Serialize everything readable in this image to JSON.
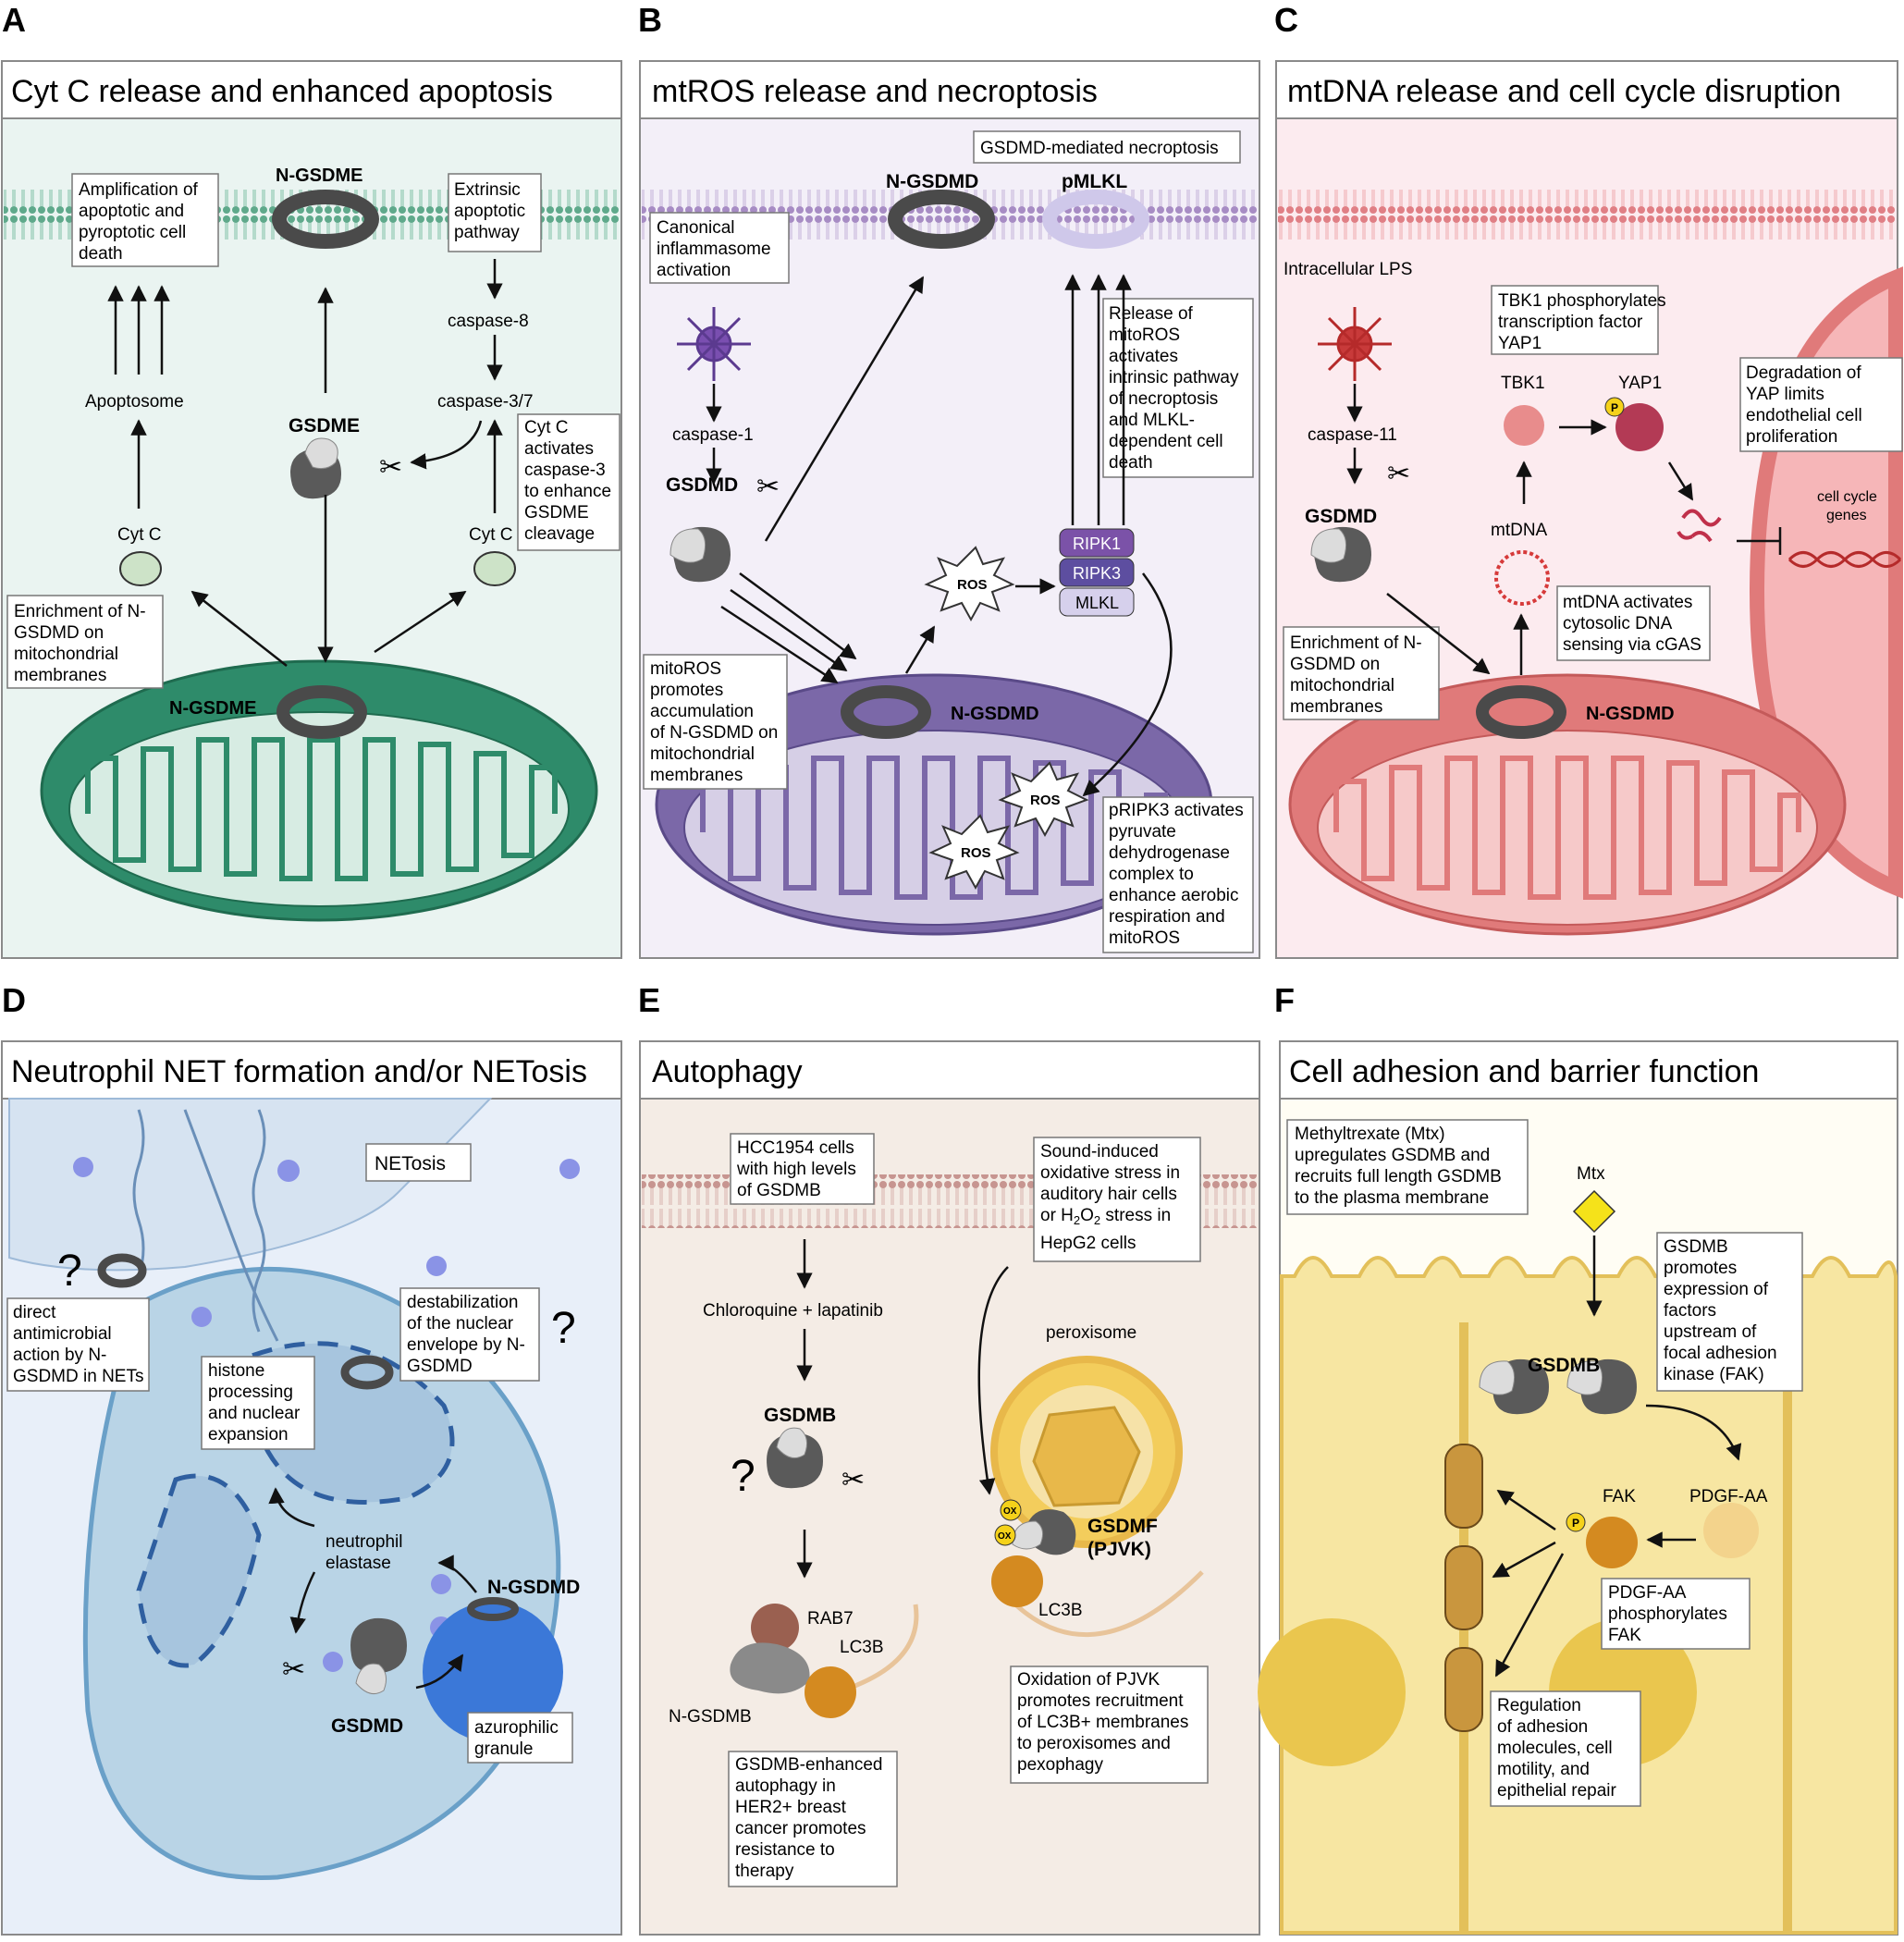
{
  "colors": {
    "A_bg": "#eaf4f1",
    "A_mito": "#2e8b6a",
    "A_mito_inner": "#d7ece3",
    "B_bg": "#f3eff8",
    "B_mito": "#7b68a8",
    "B_mito_inner": "#d6cfe6",
    "C_bg": "#fcebef",
    "C_mito": "#e07a7a",
    "C_mito_inner": "#f6c9c9",
    "D_bg": "#e8eff9",
    "D_cell": "#b9d4e6",
    "D_granule": "#3b78d8",
    "E_bg": "#f4ece5",
    "F_bg": "#f7e6a2",
    "F_cell": "#f1d36e",
    "pore": "#4d4d4d",
    "box_border": "#777777"
  },
  "panels": {
    "A": {
      "letter": "A",
      "title": "Cyt C release and enhanced apoptosis",
      "labels": {
        "n_gsdme_top": "N-GSDME",
        "amplification": [
          "Amplification of",
          "apoptotic and",
          "pyroptotic cell",
          "death"
        ],
        "extrinsic": [
          "Extrinsic",
          "apoptotic",
          "pathway"
        ],
        "caspase8": "caspase-8",
        "caspase37": "caspase-3/7",
        "apoptosome": "Apoptosome",
        "gsdme": "GSDME",
        "cytc_left": "Cyt C",
        "cytc_right": "Cyt C",
        "cytc_box": [
          "Cyt C",
          "activates",
          "caspase-3",
          "to enhance",
          "GSDME",
          "cleavage"
        ],
        "enrichment": [
          "Enrichment of N-",
          "GSDMD on",
          "mitochondrial",
          "membranes"
        ],
        "n_gsdme_mito": "N-GSDME"
      }
    },
    "B": {
      "letter": "B",
      "title": "mtROS release and necroptosis",
      "labels": {
        "necroptosis": "GSDMD-mediated necroptosis",
        "n_gsdmd_top": "N-GSDMD",
        "pmlkl": "pMLKL",
        "canonical": [
          "Canonical",
          "inflammasome",
          "activation"
        ],
        "caspase1": "caspase-1",
        "gsdmd": "GSDMD",
        "release": [
          "Release of",
          "mitoROS",
          "activates",
          "intrinsic pathway",
          "of necroptosis",
          "and MLKL-",
          "dependent cell",
          "death"
        ],
        "ripk1": "RIPK1",
        "ripk3": "RIPK3",
        "mlkl": "MLKL",
        "ros": "ROS",
        "mitoros": [
          "mitoROS",
          "promotes",
          "accumulation",
          "of N-GSDMD on",
          "mitochondrial",
          "membranes"
        ],
        "n_gsdmd_mito": "N-GSDMD",
        "pripk3": [
          "pRIPK3 activates",
          "pyruvate",
          "dehydrogenase",
          "complex to",
          "enhance aerobic",
          "respiration and",
          "mitoROS"
        ]
      }
    },
    "C": {
      "letter": "C",
      "title": "mtDNA release and cell cycle disruption",
      "labels": {
        "lps": "Intracellular LPS",
        "tbk1_box": [
          "TBK1 phosphorylates",
          "transcription factor",
          "YAP1"
        ],
        "tbk1": "TBK1",
        "yap1": "YAP1",
        "p": "P",
        "degradation": [
          "Degradation of",
          "YAP limits",
          "endothelial cell",
          "proliferation"
        ],
        "caspase11": "caspase-11",
        "mtdna": "mtDNA",
        "cellcycle": [
          "cell cycle",
          "genes"
        ],
        "gsdmd": "GSDMD",
        "mtdna_box": [
          "mtDNA activates",
          "cytosolic DNA",
          "sensing via cGAS"
        ],
        "enrichment": [
          "Enrichment of N-",
          "GSDMD on",
          "mitochondrial",
          "membranes"
        ],
        "n_gsdmd_mito": "N-GSDMD"
      }
    },
    "D": {
      "letter": "D",
      "title": "Neutrophil NET formation and/or NETosis",
      "labels": {
        "netosis": "NETosis",
        "q": "?",
        "direct": [
          "direct",
          "antimicrobial",
          "action by N-",
          "GSDMD in NETs"
        ],
        "destab": [
          "destabilization",
          "of the nuclear",
          "envelope by N-",
          "GSDMD"
        ],
        "histone": [
          "histone",
          "processing",
          "and nuclear",
          "expansion"
        ],
        "elastase": [
          "neutrophil",
          "elastase"
        ],
        "n_gsdmd": "N-GSDMD",
        "gsdmd": "GSDMD",
        "azurophilic": [
          "azurophilic",
          "granule"
        ]
      }
    },
    "E": {
      "letter": "E",
      "title": "Autophagy",
      "labels": {
        "hcc": [
          "HCC1954 cells",
          "with high levels",
          "of GSDMB"
        ],
        "sound": [
          "Sound-induced",
          "oxidative stress in",
          "auditory hair cells"
        ],
        "h2o2_pre": "or H",
        "h2o2_sub1": "2",
        "h2o2_mid": "O",
        "h2o2_sub2": "2",
        "h2o2_post": " stress in",
        "hepg2": "HepG2 cells",
        "chloroquine": "Chloroquine + lapatinib",
        "peroxisome": "peroxisome",
        "gsdmb": "GSDMB",
        "q": "?",
        "ox": "OX",
        "gsdmf": [
          "GSDMF",
          "(PJVK)"
        ],
        "rab7": "RAB7",
        "lc3b_left": "LC3B",
        "lc3b_right": "LC3B",
        "n_gsdmb": "N-GSDMB",
        "enhanced": [
          "GSDMB-enhanced",
          "autophagy in",
          "HER2+ breast",
          "cancer promotes",
          "resistance to",
          "therapy"
        ],
        "oxidation": [
          "Oxidation of PJVK",
          "promotes recruitment",
          "of LC3B+ membranes",
          "to peroxisomes and",
          "pexophagy"
        ]
      }
    },
    "F": {
      "letter": "F",
      "title": "Cell adhesion and barrier function",
      "labels": {
        "mtx_box": [
          "Methyltrexate (Mtx)",
          "upregulates GSDMB and",
          "recruits full length GSDMB",
          "to the plasma membrane"
        ],
        "mtx": "Mtx",
        "promotes": [
          "GSDMB",
          "promotes",
          "expression of",
          "factors",
          "upstream of",
          "focal adhesion",
          "kinase (FAK)"
        ],
        "gsdmb": "GSDMB",
        "fak": "FAK",
        "pdgf": "PDGF-AA",
        "p": "P",
        "pdgf_box": [
          "PDGF-AA",
          "phosphorylates",
          "FAK"
        ],
        "regulation": [
          "Regulation",
          "of adhesion",
          "molecules, cell",
          "motility, and",
          "epithelial repair"
        ]
      }
    }
  }
}
